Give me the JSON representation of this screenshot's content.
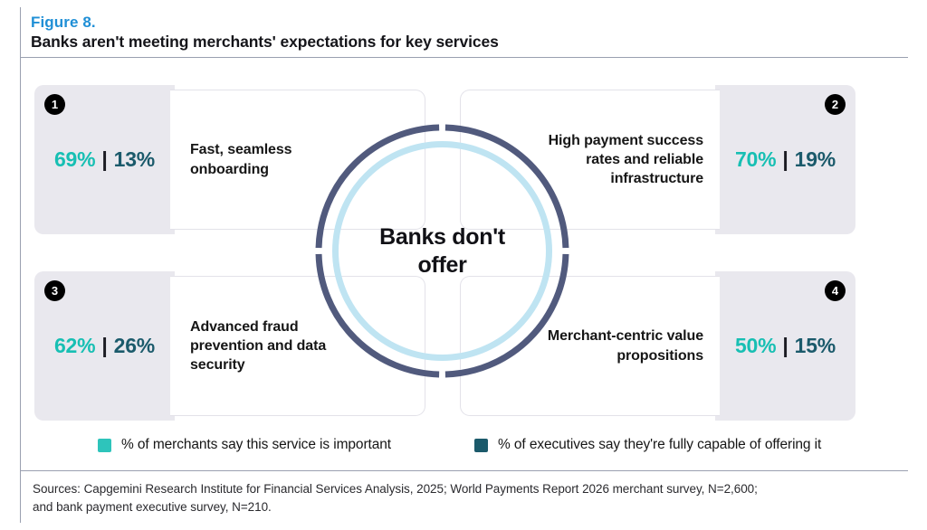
{
  "header": {
    "figure_number": "Figure 8.",
    "title": "Banks aren't meeting merchants' expectations for key services",
    "figure_number_color": "#1f8fd6"
  },
  "center": {
    "line1": "Banks don't",
    "line2": "offer"
  },
  "colors": {
    "merchant_teal": "#2ec4bb",
    "executive_dark_teal": "#1b5a6b",
    "ring_outer": "#515a7d",
    "ring_inner": "#bfe4f2",
    "panel_grey": "#e9e8ee",
    "badge": "#000000"
  },
  "chart_data": {
    "type": "bar",
    "title": "Banks aren't meeting merchants' expectations for key services",
    "xlabel": "",
    "ylabel": "",
    "ylim": [
      0,
      100
    ],
    "categories": [
      "Fast, seamless onboarding",
      "High payment success rates and reliable infrastructure",
      "Advanced fraud prevention and data security",
      "Merchant-centric value propositions"
    ],
    "series": [
      {
        "name": "% of merchants say this service is important",
        "color": "#2ec4bb",
        "values": [
          69,
          70,
          62,
          50
        ]
      },
      {
        "name": "% of executives say they're fully capable of offering it",
        "color": "#1b5a6b",
        "values": [
          13,
          19,
          26,
          15
        ]
      }
    ]
  },
  "quadrants": [
    {
      "badge": "1",
      "label": "Fast, seamless onboarding",
      "merchant_pct": "69%",
      "separator": "|",
      "exec_pct": "13%"
    },
    {
      "badge": "2",
      "label": "High payment success rates and reliable infrastructure",
      "merchant_pct": "70%",
      "separator": "|",
      "exec_pct": "19%"
    },
    {
      "badge": "3",
      "label": "Advanced fraud prevention and data security",
      "merchant_pct": "62%",
      "separator": "|",
      "exec_pct": "26%"
    },
    {
      "badge": "4",
      "label": "Merchant-centric value propositions",
      "merchant_pct": "50%",
      "separator": "|",
      "exec_pct": "15%"
    }
  ],
  "legend": {
    "merchant": "% of merchants say this service is important",
    "executive": "% of executives say they're fully capable of offering it"
  },
  "sources": {
    "line1": "Sources: Capgemini Research Institute for Financial Services Analysis, 2025; World Payments Report 2026 merchant survey, N=2,600;",
    "line2": "and bank payment executive survey, N=210."
  }
}
